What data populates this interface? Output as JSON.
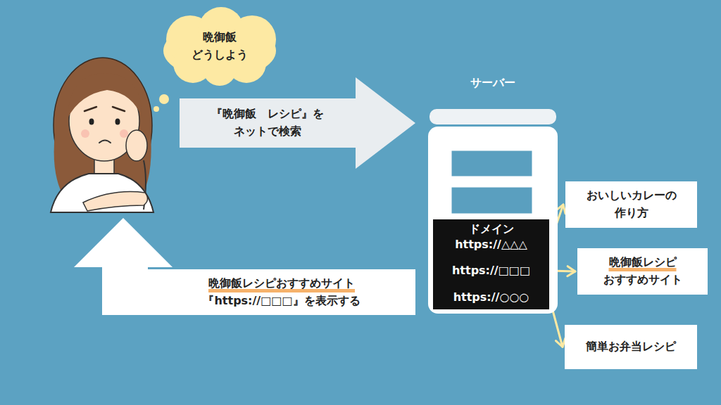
{
  "diagram": {
    "nodes": [
      {
        "text": [
          "晩御飯 どうしよう"
        ]
      },
      {
        "text": [
          "『晩御飯　レシピ』を ネットで検索"
        ]
      },
      {
        "text": [
          "サーバー"
        ]
      },
      {
        "text": [
          "ドメイン"
        ],
        "in": 2
      },
      {
        "text": [
          "https://△△△"
        ],
        "in": 3
      },
      {
        "text": [
          "https://□□□"
        ],
        "in": 3
      },
      {
        "text": [
          "https://○○○"
        ],
        "in": 3
      },
      {
        "text": [
          "おいしいカレーの 作り方"
        ]
      },
      {
        "text": [
          "晩御飯レシピ おすすめサイト"
        ]
      },
      {
        "text": [
          "簡単お弁当レシピ"
        ]
      },
      {
        "text": [
          "晩御飯レシピおすすめサイト 『https://□□□』を表示する"
        ]
      }
    ],
    "edges": [
      {
        "from": 4,
        "to": 7,
        "arrow": "to"
      },
      {
        "from": 5,
        "to": 8,
        "arrow": "to"
      },
      {
        "from": 6,
        "to": 9,
        "arrow": "to"
      }
    ]
  }
}
